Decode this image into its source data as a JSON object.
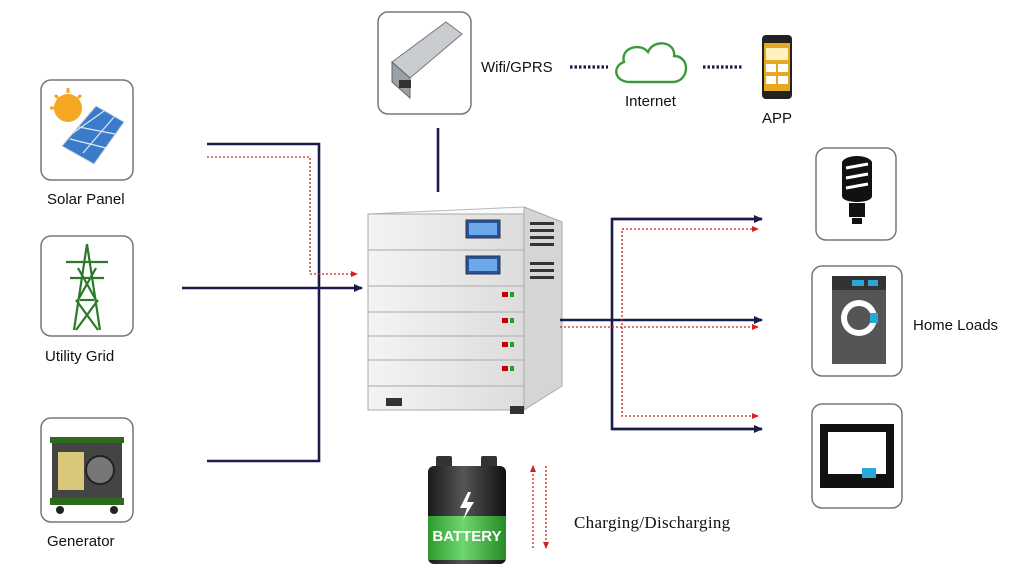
{
  "sources": [
    {
      "label": "Solar Panel",
      "icon": "solar-panel-icon"
    },
    {
      "label": "Utility Grid",
      "icon": "power-tower-icon"
    },
    {
      "label": "Generator",
      "icon": "generator-icon"
    }
  ],
  "communication": {
    "module_icon": "wifi-module-icon",
    "wifi_label": "Wifi/GPRS",
    "internet_label": "Internet",
    "app_label": "APP"
  },
  "center": {
    "icon": "battery-inverter-cabinet-icon"
  },
  "battery": {
    "label": "BATTERY",
    "icon": "battery-icon"
  },
  "charging_label": "Charging/Discharging",
  "loads": {
    "label": "Home Loads",
    "items": [
      {
        "icon": "light-bulb-icon"
      },
      {
        "icon": "washing-machine-icon"
      },
      {
        "icon": "tv-monitor-icon"
      }
    ]
  },
  "colors": {
    "line": "#1c1c4a",
    "dotted": "#d42020",
    "battery_green": "#3cb43c"
  }
}
